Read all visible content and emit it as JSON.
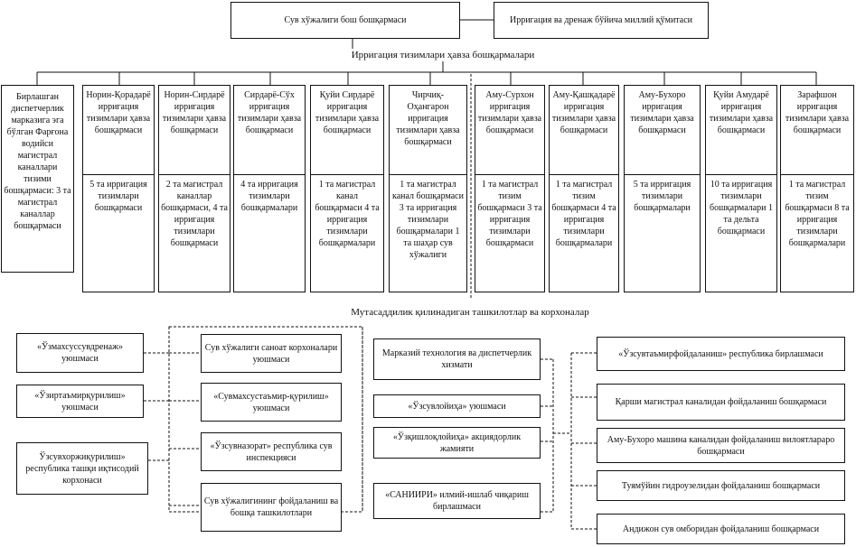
{
  "top": {
    "main": "Сув хўжалиги бош бошқармаси",
    "committee": "Ирригация ва дренаж бўйича миллий қўмитаси"
  },
  "basin_caption": "Ирригация тизимлари ҳавза бошқармалари",
  "dispatch": "Бирлашган диспетчерлик марказига эга бўлган Фарғона водийси магистрал каналлари тизими бошқармаси: 3 та магистрал каналлар бошқармаси",
  "basins": [
    {
      "name": "Норин-Қорадарё ирригация тизимлари ҳавза бошқармаси",
      "detail": "5 та ирригация тизимлари бошқармаси"
    },
    {
      "name": "Норин-Сирдарё ирригация тизимлари ҳавза бошқармаси",
      "detail": "2 та магистрал каналлар бошқармаси, 4 та ирригация тизимлари бошқармаси"
    },
    {
      "name": "Сирдарё-Сўх ирригация тизимлари ҳавза бошқармаси",
      "detail": "4 та ирригация тизимлари бошқармалари"
    },
    {
      "name": "Қуйи Сирдарё ирригация тизимлари ҳавза бошқармаси",
      "detail": "1 та магистрал канал бошқармаси 4 та ирригация тизимлари бошқармалари"
    },
    {
      "name": "Чирчиқ-Оҳангарон ирригация тизимлари ҳавза бошқармаси",
      "detail": "1 та магистрал канал бошқармаси 3 та ирригация тизимлари бошқармалари 1 та шаҳар сув хўжалиги"
    },
    {
      "name": "Аму-Сурхон ирригация тизимлари ҳавза бошқармаси",
      "detail": "1 та магистрал тизим бошқармаси 3 та ирригация тизимлари бошқармаси"
    },
    {
      "name": "Аму-Қашқадарё ирригация тизимлари ҳавза бошқармаси",
      "detail": "1 та магистрал тизим бошқармаси 4 та ирригация тизимлари бошқармалари"
    },
    {
      "name": "Аму-Бухоро ирригация тизимлари ҳавза бошқармаси",
      "detail": "5 та ирригация тизимлари бошқармалари"
    },
    {
      "name": "Қуйи Амударё ирригация тизимлари ҳавза бошқармаси",
      "detail": "10 та ирригация тизимлари бошқармалари 1 та дельта бошқармаси"
    },
    {
      "name": "Зарафшон ирригация тизимлари ҳавза бошқармаси",
      "detail": "1 та магистрал тизим бошқармаси 8 та ирригация тизимлари бошқармалари"
    }
  ],
  "orgs_caption": "Мутасаддилик қилинадиган ташкилотлар ва корхоналар",
  "left_orgs": [
    "«Ўзмахсуссувдренаж» уюшмаси",
    "«Ўзиртаъмирқурилиш» уюшмаси",
    "Ўзсувхоржиқурилиш» республика ташқи иқтисодий корхонаси"
  ],
  "mid_orgs": [
    "Сув хўжалиги саноат корхоналари уюшмаси",
    "«Сувмахсустаъмир-қурилиш» уюшмаси",
    "«Ўзсувназорат» республика сув инспекцияси",
    "Сув хўжалигининг фойдаланиш ва бошқа ташкилотлари"
  ],
  "center_orgs": [
    "Марказий технология ва диспетчерлик хизмати",
    "«Ўзсувлойиҳа» уюшмаси",
    "«Ўзқишлоқлойиҳа» акциядорлик жамияти",
    "«САНИИРИ» илмий-ишлаб чиқариш бирлашмаси"
  ],
  "right_orgs": [
    "«Ўзсувтаъмирфойдаланиш» республика бирлашмаси",
    "Қарши магистрал каналидан фойдаланиш бошқармаси",
    "Аму-Бухоро машина каналидан фойдаланиш вилоятлараро бошқармаси",
    "Туямўйин гидроузелидан фойдаланиш бошқармаси",
    "Андижон сув омборидан фойдаланиш бошқармаси"
  ]
}
